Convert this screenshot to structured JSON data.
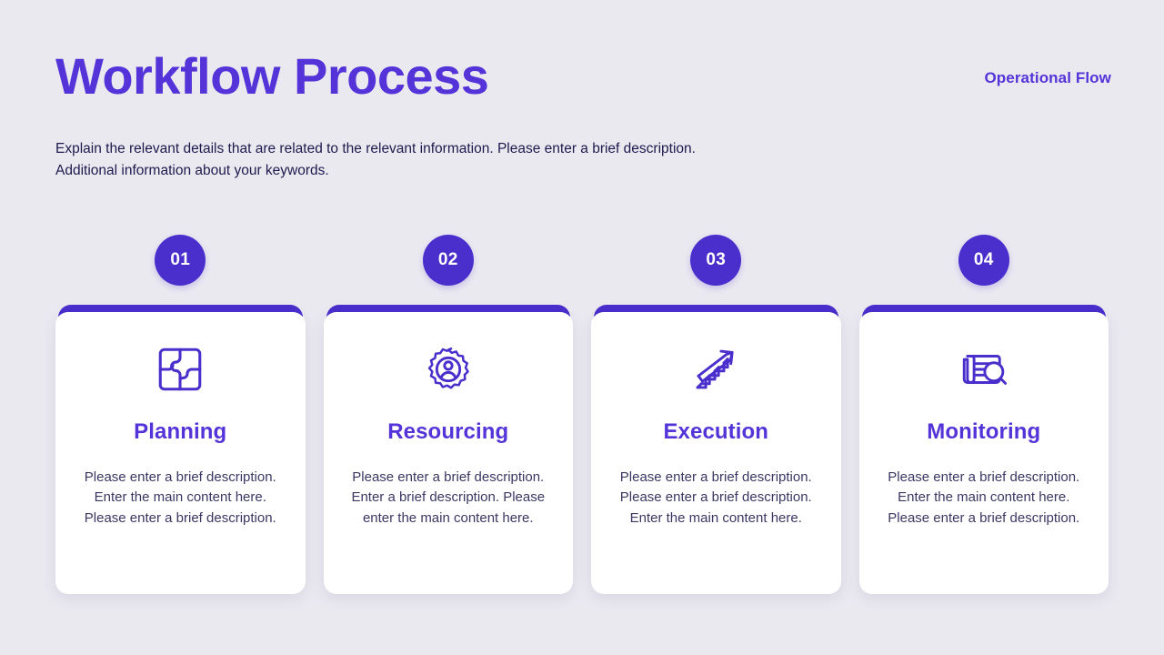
{
  "header": {
    "title": "Workflow Process",
    "eyebrow": "Operational Flow",
    "subtitle": "Explain the relevant details that are related to the relevant information. Please enter a brief description. Additional information about your keywords."
  },
  "theme": {
    "background": "#eae9f0",
    "accent": "#4a2fcd",
    "title_color": "#5433d8",
    "body_text_color": "#3b3763",
    "card_background": "#ffffff",
    "badge_text_color": "#ffffff"
  },
  "cards": [
    {
      "number": "01",
      "title": "Planning",
      "icon": "puzzle-icon",
      "body": "Please enter a brief description. Enter the main content here. Please enter a brief description."
    },
    {
      "number": "02",
      "title": "Resourcing",
      "icon": "gear-person-icon",
      "body": "Please enter a brief description. Enter a brief description. Please enter the main content here."
    },
    {
      "number": "03",
      "title": "Execution",
      "icon": "stairs-arrow-up-icon",
      "body": "Please enter a brief description. Please enter a brief description. Enter the main content here."
    },
    {
      "number": "04",
      "title": "Monitoring",
      "icon": "document-magnifier-icon",
      "body": "Please enter a brief description. Enter the main content here. Please enter a brief description."
    }
  ]
}
